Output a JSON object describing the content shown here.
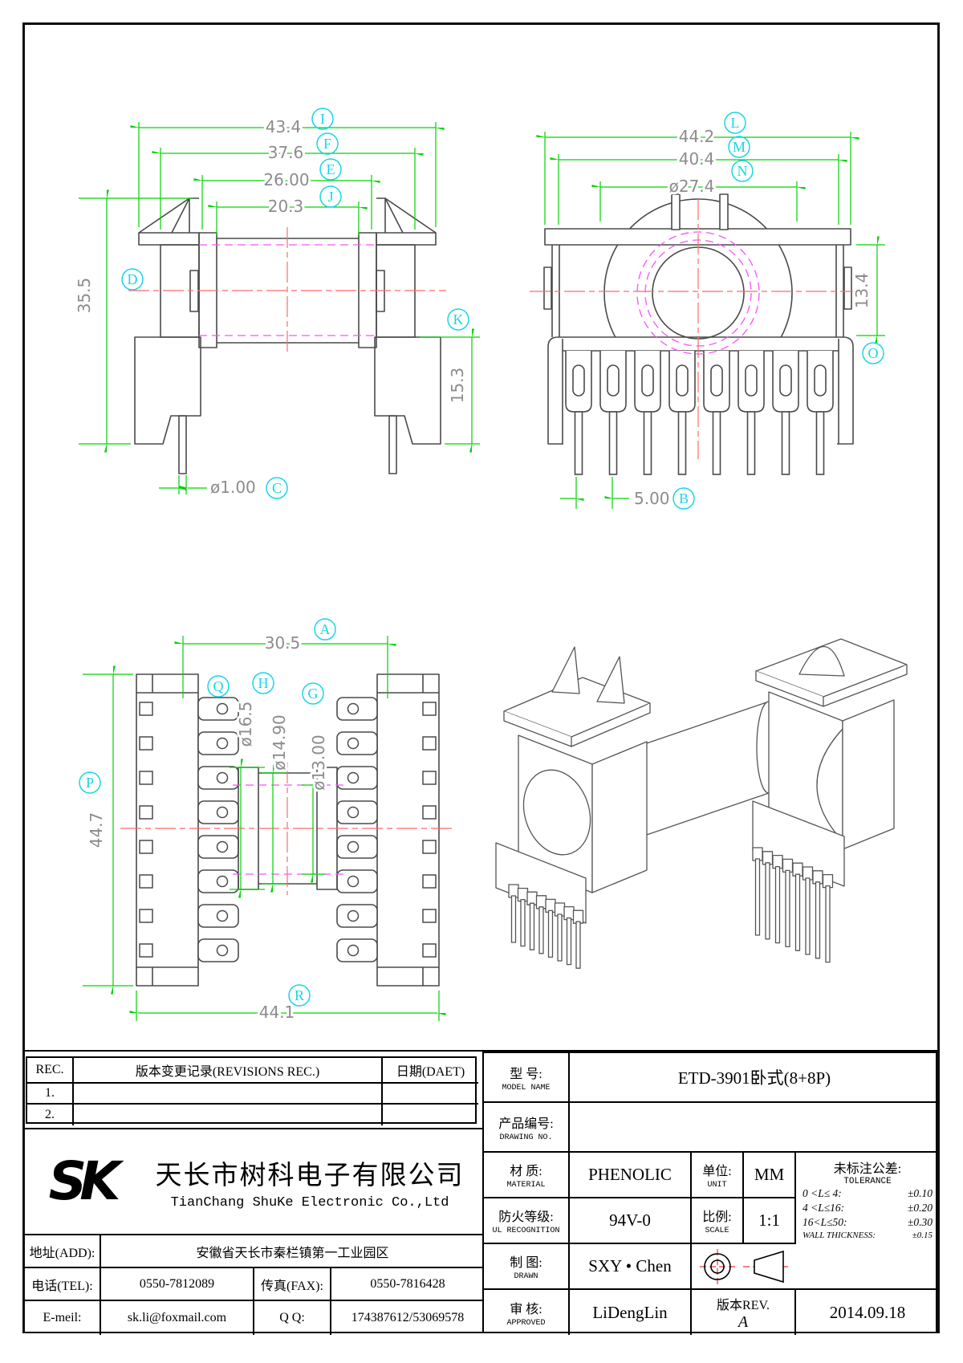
{
  "colors": {
    "dimension_green": "#00d300",
    "dim_text_gray": "#8c8c8c",
    "label_cyan": "#18d6e8",
    "outline_gray": "#4a4a4a",
    "centerline_red": "#ff6b6b",
    "phantom_magenta": "#f853f8"
  },
  "views": {
    "front": {
      "dims": [
        {
          "l": "I",
          "v": "43.4"
        },
        {
          "l": "F",
          "v": "37.6"
        },
        {
          "l": "E",
          "v": "26.00"
        },
        {
          "l": "J",
          "v": "20.3"
        },
        {
          "l": "D",
          "v": "35.5"
        },
        {
          "l": "K",
          "v": "15.3"
        },
        {
          "l": "C",
          "v": "ø1.00"
        }
      ]
    },
    "side": {
      "dims": [
        {
          "l": "L",
          "v": "44.2"
        },
        {
          "l": "M",
          "v": "40.4"
        },
        {
          "l": "N",
          "v": "ø27.4"
        },
        {
          "l": "O",
          "v": "13.4"
        },
        {
          "l": "B",
          "v": "5.00"
        }
      ]
    },
    "plan": {
      "dims": [
        {
          "l": "A",
          "v": "30.5"
        },
        {
          "l": "Q",
          "v": "ø16.5"
        },
        {
          "l": "H",
          "v": "ø14.90"
        },
        {
          "l": "G",
          "v": "ø13.00"
        },
        {
          "l": "P",
          "v": "44.7"
        },
        {
          "l": "R",
          "v": "44.1"
        }
      ]
    }
  },
  "revisions": {
    "col_rec": "REC.",
    "col_desc": "版本变更记录(REVISIONS REC.)",
    "col_date": "日期(DAET)",
    "rows": [
      {
        "no": "1.",
        "desc": "",
        "date": ""
      },
      {
        "no": "2.",
        "desc": "",
        "date": ""
      }
    ]
  },
  "company": {
    "logo": "SK",
    "name_cn": "天长市树科电子有限公司",
    "name_en": "TianChang ShuKe Electronic Co.,Ltd",
    "address_label": "地址(ADD):",
    "address": "安徽省天长市秦栏镇第一工业园区",
    "tel_label": "电话(TEL):",
    "tel": "0550-7812089",
    "fax_label": "传真(FAX):",
    "fax": "0550-7816428",
    "email_label": "E-meil:",
    "email": "sk.li@foxmail.com",
    "qq_label": "Q Q:",
    "qq": "174387612/53069578"
  },
  "titleblock": {
    "model_label_cn": "型  号:",
    "model_label_en": "MODEL NAME",
    "model_value": "ETD-3901卧式(8+8P)",
    "drawingno_label_cn": "产品编号:",
    "drawingno_label_en": "DRAWING NO.",
    "drawingno_value": "",
    "material_label_cn": "材  质:",
    "material_label_en": "MATERIAL",
    "material_value": "PHENOLIC",
    "unit_label_cn": "单位:",
    "unit_label_en": "UNIT",
    "unit_value": "MM",
    "ul_label_cn": "防火等级:",
    "ul_label_en": "UL RECOGNITION",
    "ul_value": "94V-0",
    "scale_label_cn": "比例:",
    "scale_label_en": "SCALE",
    "scale_value": "1:1",
    "drawn_label_cn": "制  图:",
    "drawn_label_en": "DRAWN",
    "drawn_value": "SXY • Chen",
    "approved_label_cn": "审  核:",
    "approved_label_en": "APPROVED",
    "approved_value": "LiDengLin",
    "rev_label": "版本REV.",
    "rev_value": "A",
    "date_value": "2014.09.18",
    "tol_title_cn": "未标注公差:",
    "tol_title_en": "TOLERANCE",
    "tol_rows": [
      {
        "range": "0 <L≤ 4:",
        "tol": "±0.10"
      },
      {
        "range": "4 <L≤16:",
        "tol": "±0.20"
      },
      {
        "range": "16<L≤50:",
        "tol": "±0.30"
      },
      {
        "range": "WALL THICKNESS:",
        "tol": "±0.15"
      }
    ]
  }
}
